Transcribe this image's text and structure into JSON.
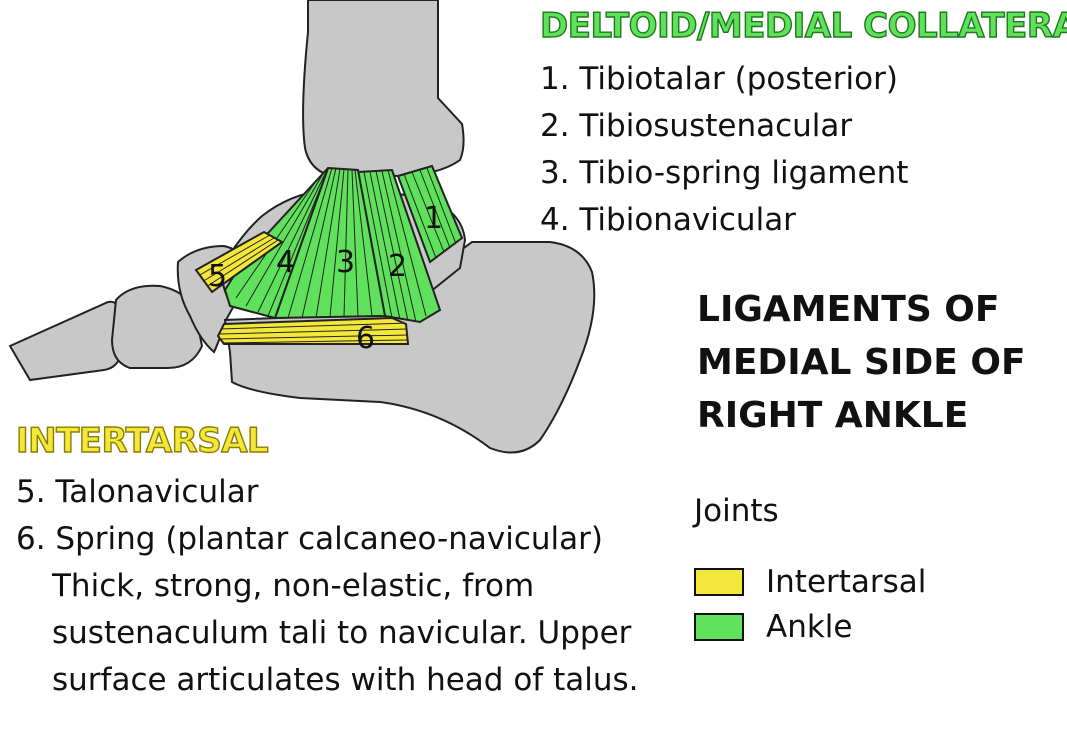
{
  "colors": {
    "bone_fill": "#c8c8c8",
    "ligament_ankle": "#5fe15c",
    "ligament_intertarsal": "#f3e83a",
    "heading_deltoid": "#5fe15c",
    "heading_intertarsal": "#f3e83a"
  },
  "deltoid": {
    "heading": "DELTOID/MEDIAL COLLATERAL",
    "items": [
      "1. Tibiotalar (posterior)",
      "2. Tibiosustenacular",
      "3. Tibio-spring ligament",
      "4. Tibionavicular"
    ]
  },
  "intertarsal": {
    "heading": "INTERTARSAL",
    "items": [
      "5. Talonavicular",
      "6. Spring (plantar calcaneo-navicular)"
    ],
    "description": "Thick, strong, non-elastic, from sustenaculum tali to navicular. Upper surface articulates with head of talus."
  },
  "title": {
    "line1": "LIGAMENTS OF",
    "line2": "MEDIAL SIDE OF",
    "line3": "RIGHT ANKLE"
  },
  "legend": {
    "title": "Joints",
    "items": [
      {
        "label": "Intertarsal",
        "color": "#f3e83a"
      },
      {
        "label": "Ankle",
        "color": "#5fe15c"
      }
    ]
  },
  "diagram_labels": {
    "lig1": "1",
    "lig2": "2",
    "lig3": "3",
    "lig4": "4",
    "lig5": "5",
    "lig6": "6"
  }
}
